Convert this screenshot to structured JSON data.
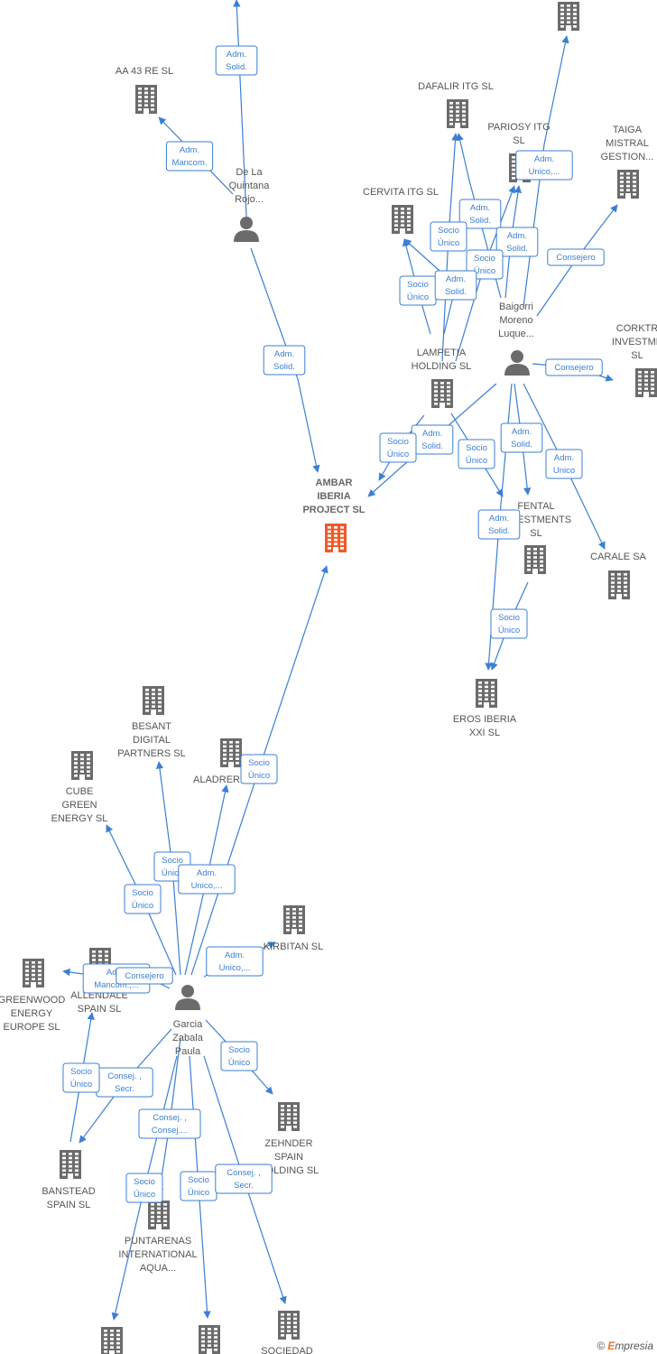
{
  "colors": {
    "edge": "#3b7fd4",
    "company": "#6b6b6b",
    "focus": "#f05a28",
    "person": "#6b6b6b"
  },
  "nodes": [
    {
      "id": "top",
      "type": "company",
      "lines": []
    },
    {
      "id": "aa43",
      "type": "company",
      "lines": [
        "AA 43 RE  SL"
      ]
    },
    {
      "id": "dafalir",
      "type": "company",
      "lines": [
        "DAFALIR ITG  SL"
      ]
    },
    {
      "id": "pariosy",
      "type": "company",
      "lines": [
        "PARIOSY ITG",
        "SL"
      ]
    },
    {
      "id": "taiga",
      "type": "company",
      "lines": [
        "TAIGA",
        "MISTRAL",
        "GESTION..."
      ]
    },
    {
      "id": "cervita",
      "type": "company",
      "lines": [
        "CERVITA ITG  SL"
      ]
    },
    {
      "id": "delaquintana",
      "type": "person",
      "lines": [
        "De La",
        "Quintana",
        "Rojo..."
      ]
    },
    {
      "id": "baigorri",
      "type": "person",
      "lines": [
        "Baigorri",
        "Moreno",
        "Luque..."
      ]
    },
    {
      "id": "lampetia",
      "type": "company",
      "lines": [
        "LAMPETIA",
        "HOLDING  SL"
      ]
    },
    {
      "id": "corktr",
      "type": "company",
      "lines": [
        "CORKTR",
        "INVESTME",
        "SL"
      ]
    },
    {
      "id": "ambar",
      "type": "focus",
      "lines": [
        "AMBAR",
        "IBERIA",
        "PROJECT  SL"
      ]
    },
    {
      "id": "fental",
      "type": "company",
      "lines": [
        "FENTAL",
        "INVESTMENTS",
        "SL"
      ]
    },
    {
      "id": "carale",
      "type": "company",
      "lines": [
        "CARALE SA"
      ]
    },
    {
      "id": "eros",
      "type": "company",
      "lines": [
        "EROS IBERIA",
        "XXI  SL"
      ]
    },
    {
      "id": "besant",
      "type": "company",
      "lines": [
        "BESANT",
        "DIGITAL",
        "PARTNERS  SL"
      ]
    },
    {
      "id": "aladrer",
      "type": "company",
      "lines": [
        "ALADRER"
      ]
    },
    {
      "id": "cube",
      "type": "company",
      "lines": [
        "CUBE",
        "GREEN",
        "ENERGY  SL"
      ]
    },
    {
      "id": "kirbitan",
      "type": "company",
      "lines": [
        "KIRBITAN  SL"
      ]
    },
    {
      "id": "greenwood",
      "type": "company",
      "lines": [
        "GREENWOOD",
        "ENERGY",
        "EUROPE  SL"
      ]
    },
    {
      "id": "allendale",
      "type": "company",
      "lines": [
        "ALLENDALE",
        "SPAIN  SL"
      ]
    },
    {
      "id": "garcia",
      "type": "person",
      "lines": [
        "Garcia",
        "Zabala",
        "Paula"
      ]
    },
    {
      "id": "zehnder",
      "type": "company",
      "lines": [
        "ZEHNDER",
        "SPAIN",
        "HOLDING  SL"
      ]
    },
    {
      "id": "banstead",
      "type": "company",
      "lines": [
        "BANSTEAD",
        "SPAIN  SL"
      ]
    },
    {
      "id": "puntarenas",
      "type": "company",
      "lines": [
        "PUNTARENAS",
        "INTERNATIONAL",
        "AQUA..."
      ]
    },
    {
      "id": "bottom1",
      "type": "company",
      "lines": []
    },
    {
      "id": "bottom2",
      "type": "company",
      "lines": []
    },
    {
      "id": "sociedad",
      "type": "company",
      "lines": [
        "SOCIEDAD"
      ]
    }
  ],
  "edges": [
    {
      "from": "delaquintana",
      "to": "top",
      "lines": [
        "Adm.",
        "Solid."
      ]
    },
    {
      "from": "delaquintana",
      "to": "aa43",
      "lines": [
        "Adm.",
        "Mancom."
      ]
    },
    {
      "from": "delaquintana",
      "to": "ambar",
      "lines": [
        "Adm.",
        "Solid."
      ]
    },
    {
      "from": "baigorri",
      "to": "top",
      "lines": [
        "Adm.",
        "Unico,..."
      ]
    },
    {
      "from": "baigorri",
      "to": "taiga",
      "lines": [
        "Consejero"
      ]
    },
    {
      "from": "baigorri",
      "to": "corktr",
      "lines": [
        "Consejero"
      ]
    },
    {
      "from": "baigorri",
      "to": "dafalir",
      "lines": [
        "Adm.",
        "Solid."
      ]
    },
    {
      "from": "baigorri",
      "to": "pariosy",
      "lines": [
        "Adm.",
        "Solid."
      ]
    },
    {
      "from": "baigorri",
      "to": "ambar",
      "lines": [
        "Adm.",
        "Solid."
      ]
    },
    {
      "from": "baigorri",
      "to": "fental",
      "lines": [
        "Adm.",
        "Solid."
      ]
    },
    {
      "from": "baigorri",
      "to": "carale",
      "lines": [
        "Adm.",
        "Unico"
      ]
    },
    {
      "from": "baigorri",
      "to": "eros",
      "lines": [
        "Adm.",
        "Solid."
      ]
    },
    {
      "from": "lampetia",
      "to": "dafalir",
      "lines": [
        "Socio",
        "Único"
      ]
    },
    {
      "from": "lampetia",
      "to": "pariosy",
      "lines": [
        "Socio",
        "Único"
      ]
    },
    {
      "from": "lampetia",
      "to": "cervita",
      "lines": [
        "Socio",
        "Único"
      ]
    },
    {
      "from": "lampetia",
      "to": "cervita",
      "lines": [
        "Adm.",
        "Solid."
      ]
    },
    {
      "from": "lampetia",
      "to": "ambar",
      "lines": [
        "Socio",
        "Único"
      ]
    },
    {
      "from": "lampetia",
      "to": "fental",
      "lines": [
        "Socio",
        "Único"
      ]
    },
    {
      "from": "fental",
      "to": "eros",
      "lines": [
        "Socio",
        "Único"
      ]
    },
    {
      "from": "garcia",
      "to": "ambar",
      "lines": [
        "Socio",
        "Único"
      ]
    },
    {
      "from": "garcia",
      "to": "besant",
      "lines": [
        "Socio",
        "Único"
      ]
    },
    {
      "from": "garcia",
      "to": "aladrer",
      "lines": [
        "Adm.",
        "Unico,..."
      ]
    },
    {
      "from": "garcia",
      "to": "cube",
      "lines": [
        "Socio",
        "Único"
      ]
    },
    {
      "from": "garcia",
      "to": "kirbitan",
      "lines": [
        "Adm.",
        "Unico,..."
      ]
    },
    {
      "from": "garcia",
      "to": "greenwood",
      "lines": [
        "Adm.",
        "Mancom.,..."
      ]
    },
    {
      "from": "garcia",
      "to": "allendale",
      "lines": [
        "Consejero"
      ]
    },
    {
      "from": "garcia",
      "to": "zehnder",
      "lines": [
        "Socio",
        "Único"
      ]
    },
    {
      "from": "garcia",
      "to": "banstead",
      "lines": [
        "Consej. ,",
        "Secr."
      ]
    },
    {
      "from": "garcia",
      "to": "puntarenas",
      "lines": [
        "Consej. ,",
        "Consej...."
      ]
    },
    {
      "from": "banstead",
      "to": "allendale",
      "lines": [
        "Socio",
        "Único"
      ]
    },
    {
      "from": "garcia",
      "to": "bottom1",
      "lines": [
        "Socio",
        "Único"
      ]
    },
    {
      "from": "garcia",
      "to": "bottom2",
      "lines": [
        "Socio",
        "Único"
      ]
    },
    {
      "from": "garcia",
      "to": "sociedad",
      "lines": [
        "Consej. ,",
        "Secr."
      ]
    }
  ],
  "brand": {
    "symbol": "©",
    "name_initial": "E",
    "name_rest": "mpresia"
  }
}
